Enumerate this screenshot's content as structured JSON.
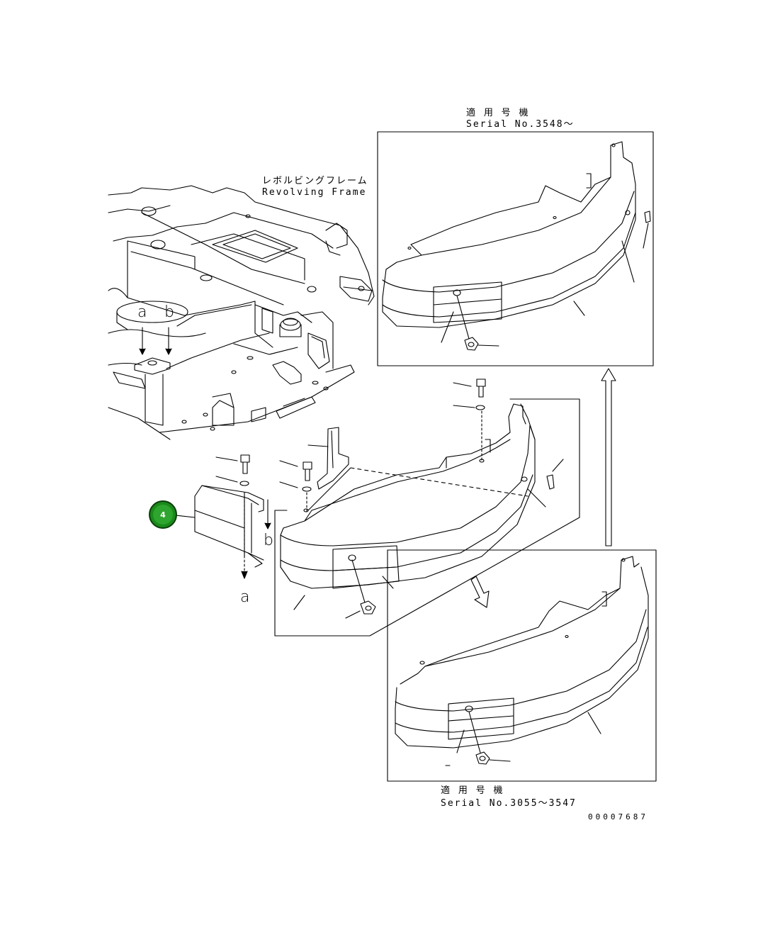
{
  "labels": {
    "frame_jp": "レボルビングフレーム",
    "frame_en": "Revolving Frame",
    "top_applic_jp": "適 用 号 機",
    "top_serial": "Serial No.3548～",
    "bottom_applic_jp": "適 用 号 機",
    "bottom_serial": "Serial No.3055～3547",
    "drawing_number": "00007687",
    "marker_a_top": "a",
    "marker_b_top": "b",
    "marker_b_side": "b",
    "marker_a_bottom": "a"
  },
  "callouts": [
    {
      "number": "4",
      "color": "#1a8a1a"
    }
  ]
}
